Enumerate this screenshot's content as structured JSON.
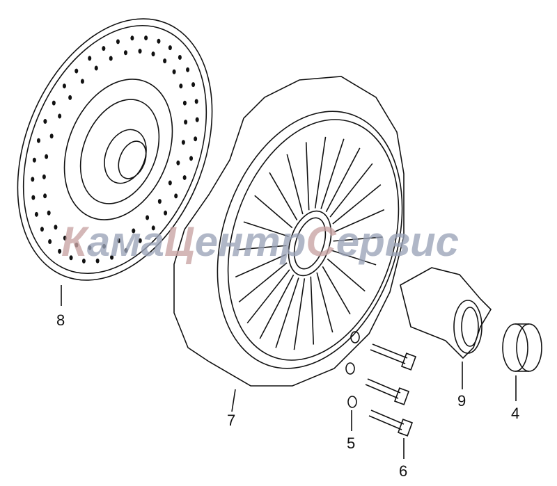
{
  "diagram": {
    "title": "Clutch assembly exploded view",
    "watermark": {
      "parts": [
        {
          "text": "К",
          "color": "#c9a3a3"
        },
        {
          "text": "ама",
          "color": "#9aa3b8"
        },
        {
          "text": "Ц",
          "color": "#c9a3a3"
        },
        {
          "text": "ентр",
          "color": "#9aa3b8"
        },
        {
          "text": "С",
          "color": "#c9a3a3"
        },
        {
          "text": "ервис",
          "color": "#9aa3b8"
        }
      ]
    },
    "callouts": [
      {
        "id": "8",
        "part": "clutch-disc"
      },
      {
        "id": "7",
        "part": "pressure-plate"
      },
      {
        "id": "5",
        "part": "washer"
      },
      {
        "id": "6",
        "part": "bolt"
      },
      {
        "id": "9",
        "part": "release-bearing"
      },
      {
        "id": "4",
        "part": "ring"
      }
    ]
  }
}
